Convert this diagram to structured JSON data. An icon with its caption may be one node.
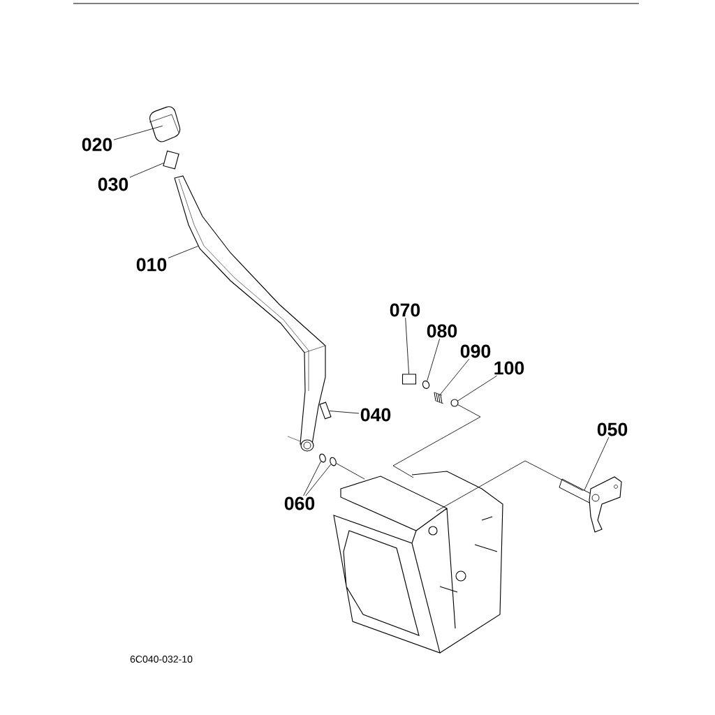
{
  "diagram": {
    "nodes": [
      {
        "text": [
          "020"
        ]
      },
      {
        "text": [
          "030"
        ]
      },
      {
        "text": [
          "010"
        ]
      },
      {
        "text": [
          "040"
        ]
      },
      {
        "text": [
          "060"
        ]
      },
      {
        "text": [
          "070"
        ]
      },
      {
        "text": [
          "080"
        ]
      },
      {
        "text": [
          "090"
        ]
      },
      {
        "text": [
          "100"
        ]
      },
      {
        "text": [
          "050"
        ]
      },
      {
        "text": [],
        "shape": "picture"
      },
      {
        "text": [],
        "shape": "box"
      },
      {
        "text": [],
        "shape": "picture"
      },
      {
        "text": [],
        "shape": "box"
      },
      {
        "text": [],
        "shape": "circle"
      },
      {
        "text": [],
        "shape": "circle"
      },
      {
        "text": [],
        "shape": "box"
      },
      {
        "text": [],
        "shape": "circle"
      },
      {
        "text": [],
        "shape": "picture"
      },
      {
        "text": [],
        "shape": "circle"
      },
      {
        "text": [],
        "shape": "picture"
      },
      {
        "text": [],
        "shape": "picture"
      }
    ],
    "edges": [
      {
        "from": 0,
        "to": 10,
        "arrow": "none"
      },
      {
        "from": 1,
        "to": 11,
        "arrow": "none"
      },
      {
        "from": 2,
        "to": 12,
        "arrow": "none"
      },
      {
        "from": 3,
        "to": 13,
        "arrow": "none"
      },
      {
        "from": 4,
        "to": 14,
        "arrow": "none"
      },
      {
        "from": 4,
        "to": 15,
        "arrow": "none"
      },
      {
        "from": 5,
        "to": 16,
        "arrow": "none"
      },
      {
        "from": 6,
        "to": 17,
        "arrow": "none"
      },
      {
        "from": 7,
        "to": 18,
        "arrow": "none"
      },
      {
        "from": 8,
        "to": 19,
        "arrow": "none"
      },
      {
        "from": 9,
        "to": 20,
        "arrow": "none"
      },
      {
        "from": 15,
        "to": 21,
        "arrow": "none"
      },
      {
        "from": 19,
        "to": 21,
        "arrow": "none"
      },
      {
        "from": 20,
        "to": 21,
        "arrow": "none"
      }
    ],
    "labels": [
      "6C040-032-10"
    ]
  }
}
